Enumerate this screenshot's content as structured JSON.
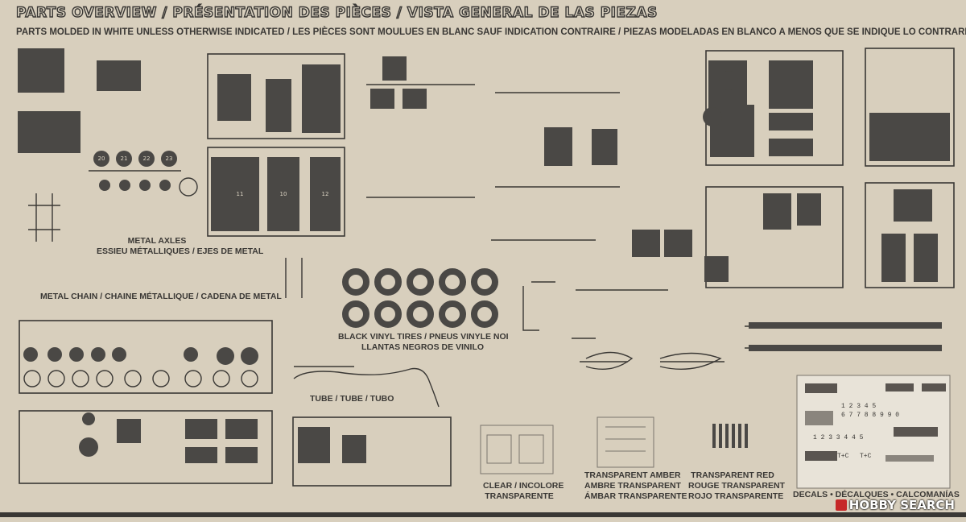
{
  "header": {
    "title": "PARTS OVERVIEW / PRÉSENTATION DES PIÈCES / VISTA GENERAL DE LAS PIEZAS",
    "subtitle": "PARTS MOLDED IN WHITE UNLESS OTHERWISE INDICATED / LES PIÈCES SONT MOULUES EN BLANC SAUF INDICATION CONTRAIRE / PIEZAS MODELADAS EN BLANCO A MENOS QUE SE INDIQUE LO CONTRARIO"
  },
  "labels": {
    "metal_axles": [
      "METAL AXLES",
      "ESSIEU MÉTALLIQUES / EJES DE METAL"
    ],
    "metal_chain": "METAL CHAIN / CHAINE MÉTALLIQUE / CADENA DE METAL",
    "tires": [
      "BLACK VINYL TIRES / PNEUS VINYLE NOI",
      "LLANTAS NEGROS DE VINILO"
    ],
    "tube": "TUBE / TUBE / TUBO",
    "clear": [
      "CLEAR / INCOLORE",
      "TRANSPARENTE"
    ],
    "amber": [
      "TRANSPARENT AMBER",
      "AMBRE TRANSPARENT",
      "ÁMBAR TRANSPARENTE"
    ],
    "red": [
      "TRANSPARENT RED",
      "ROUGE TRANSPARENT",
      "ROJO TRANSPARENTE"
    ],
    "decals": "DECALS • DÉCALQUES • CALCOMANÍAS"
  },
  "decal_sheet": {
    "codes": [
      "1 2 3 4 5",
      "6 7 7 8 8 9 9 0",
      "1 2 3 3 4 4 5",
      "T+C",
      "T+C"
    ]
  },
  "part_numbers": {
    "wheels": [
      "20",
      "21",
      "22",
      "23"
    ],
    "frames": [
      "11",
      "10",
      "12"
    ]
  },
  "watermark": {
    "text": "HOBBY SEARCH",
    "brand_color": "#c62828"
  },
  "colors": {
    "background": "#d8cfbd",
    "ink": "#3a3835",
    "part_fill": "#4a4845"
  }
}
